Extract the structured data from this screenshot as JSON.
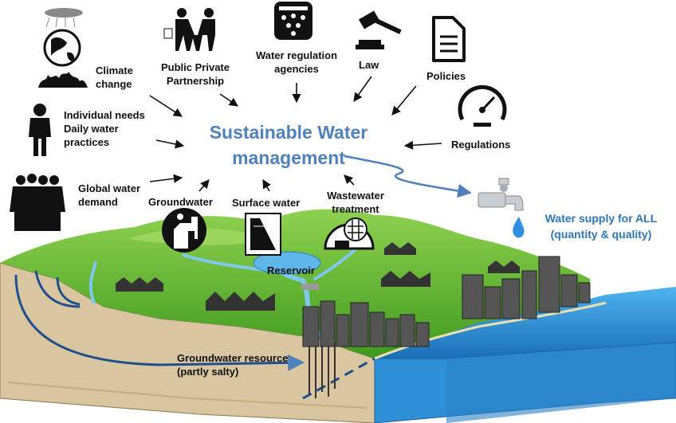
{
  "title": {
    "line1": "Sustainable Water",
    "line2": "management"
  },
  "drivers": {
    "climate_change": {
      "line1": "Climate",
      "line2": "change"
    },
    "ppp": {
      "line1": "Public Private",
      "line2": "Partnership"
    },
    "agencies": {
      "line1": "Water regulation",
      "line2": "agencies"
    },
    "law": "Law",
    "policies": "Policies",
    "regulations": "Regulations",
    "individual": {
      "line1": "Individual needs",
      "line2": "Daily water",
      "line3": "practices"
    },
    "global_demand": {
      "line1": "Global water",
      "line2": "demand"
    }
  },
  "sources": {
    "groundwater": "Groundwater",
    "surface_water": "Surface water",
    "wastewater": {
      "line1": "Wastewater",
      "line2": "treatment"
    }
  },
  "outcome": {
    "line1": "Water supply for ALL",
    "line2": "(quantity & quality)"
  },
  "landscape": {
    "reservoir": "Reservoir",
    "groundwater_resource": {
      "line1": "Groundwater resource",
      "line2": "(partly salty)"
    }
  },
  "colors": {
    "title": "#4f81bd",
    "outcome": "#2e75b6",
    "grass": "#5cb82a",
    "soil": "#d9c6a0",
    "sea": "#2f8fd6"
  }
}
